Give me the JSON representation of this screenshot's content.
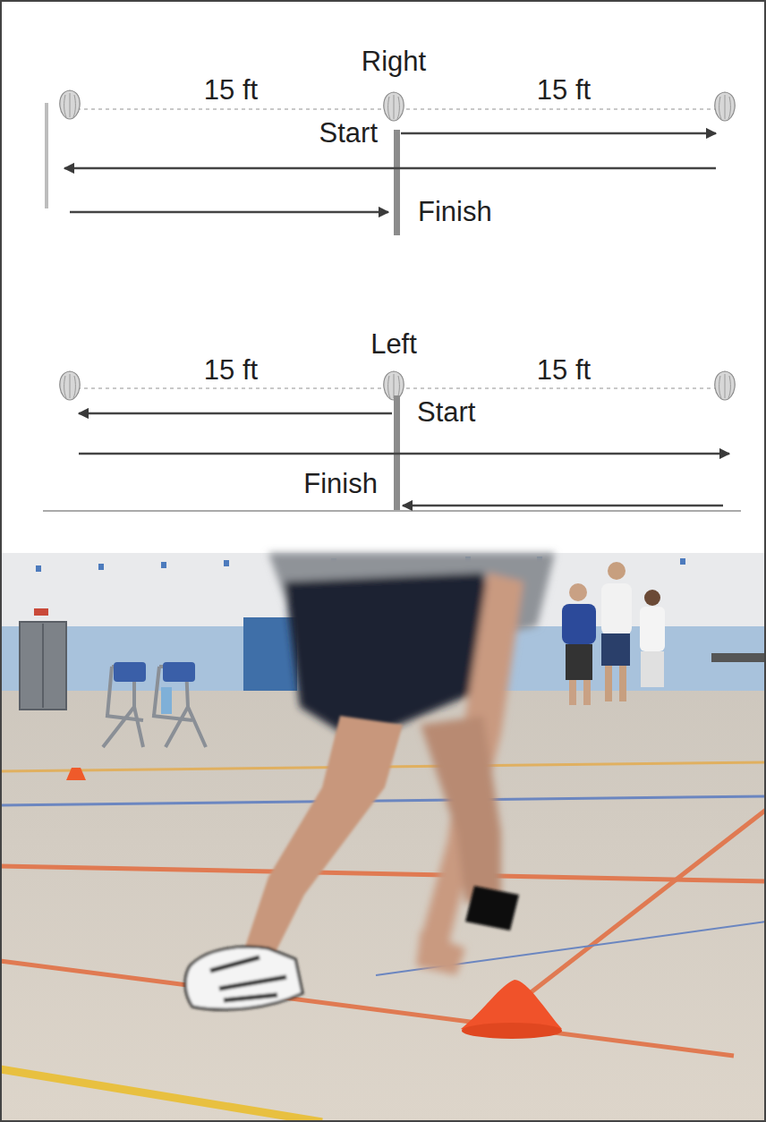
{
  "diagram": {
    "labels": [
      "15 ft",
      "Right",
      "15 ft",
      "Start",
      "Finish",
      "15 ft",
      "Left",
      "15 ft",
      "Start",
      "Finish"
    ]
  }
}
